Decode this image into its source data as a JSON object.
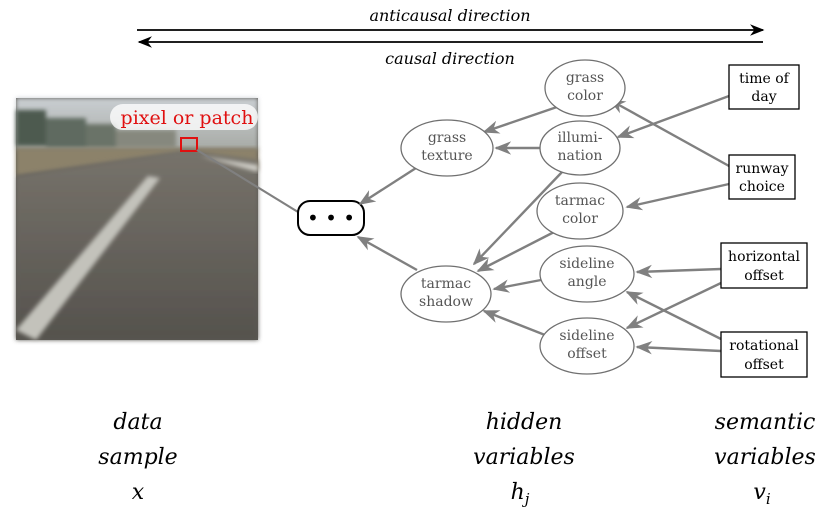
{
  "directions": {
    "anticausal": "anticausal direction",
    "causal": "causal direction"
  },
  "image_label": "pixel or patch",
  "ellipsis": "•  •  •",
  "hidden": {
    "grass_color": [
      "grass",
      "color"
    ],
    "grass_texture": [
      "grass",
      "texture"
    ],
    "illumination": [
      "illumi-",
      "nation"
    ],
    "tarmac_color": [
      "tarmac",
      "color"
    ],
    "tarmac_shadow": [
      "tarmac",
      "shadow"
    ],
    "sideline_angle": [
      "sideline",
      "angle"
    ],
    "sideline_offset": [
      "sideline",
      "offset"
    ]
  },
  "semantic": {
    "time_of_day": [
      "time of",
      "day"
    ],
    "runway_choice": [
      "runway",
      "choice"
    ],
    "horizontal_offset": [
      "horizontal",
      "offset"
    ],
    "rotational_offset": [
      "rotational",
      "offset"
    ]
  },
  "captions": {
    "data": [
      "data",
      "sample",
      "x"
    ],
    "hidden": [
      "hidden",
      "variables",
      "h",
      "j"
    ],
    "semantic": [
      "semantic",
      "variables",
      "v",
      "i"
    ]
  },
  "colors": {
    "edge": "#808080",
    "node_stroke": "#707070",
    "node_text": "#555555",
    "highlight": "#e01010"
  }
}
